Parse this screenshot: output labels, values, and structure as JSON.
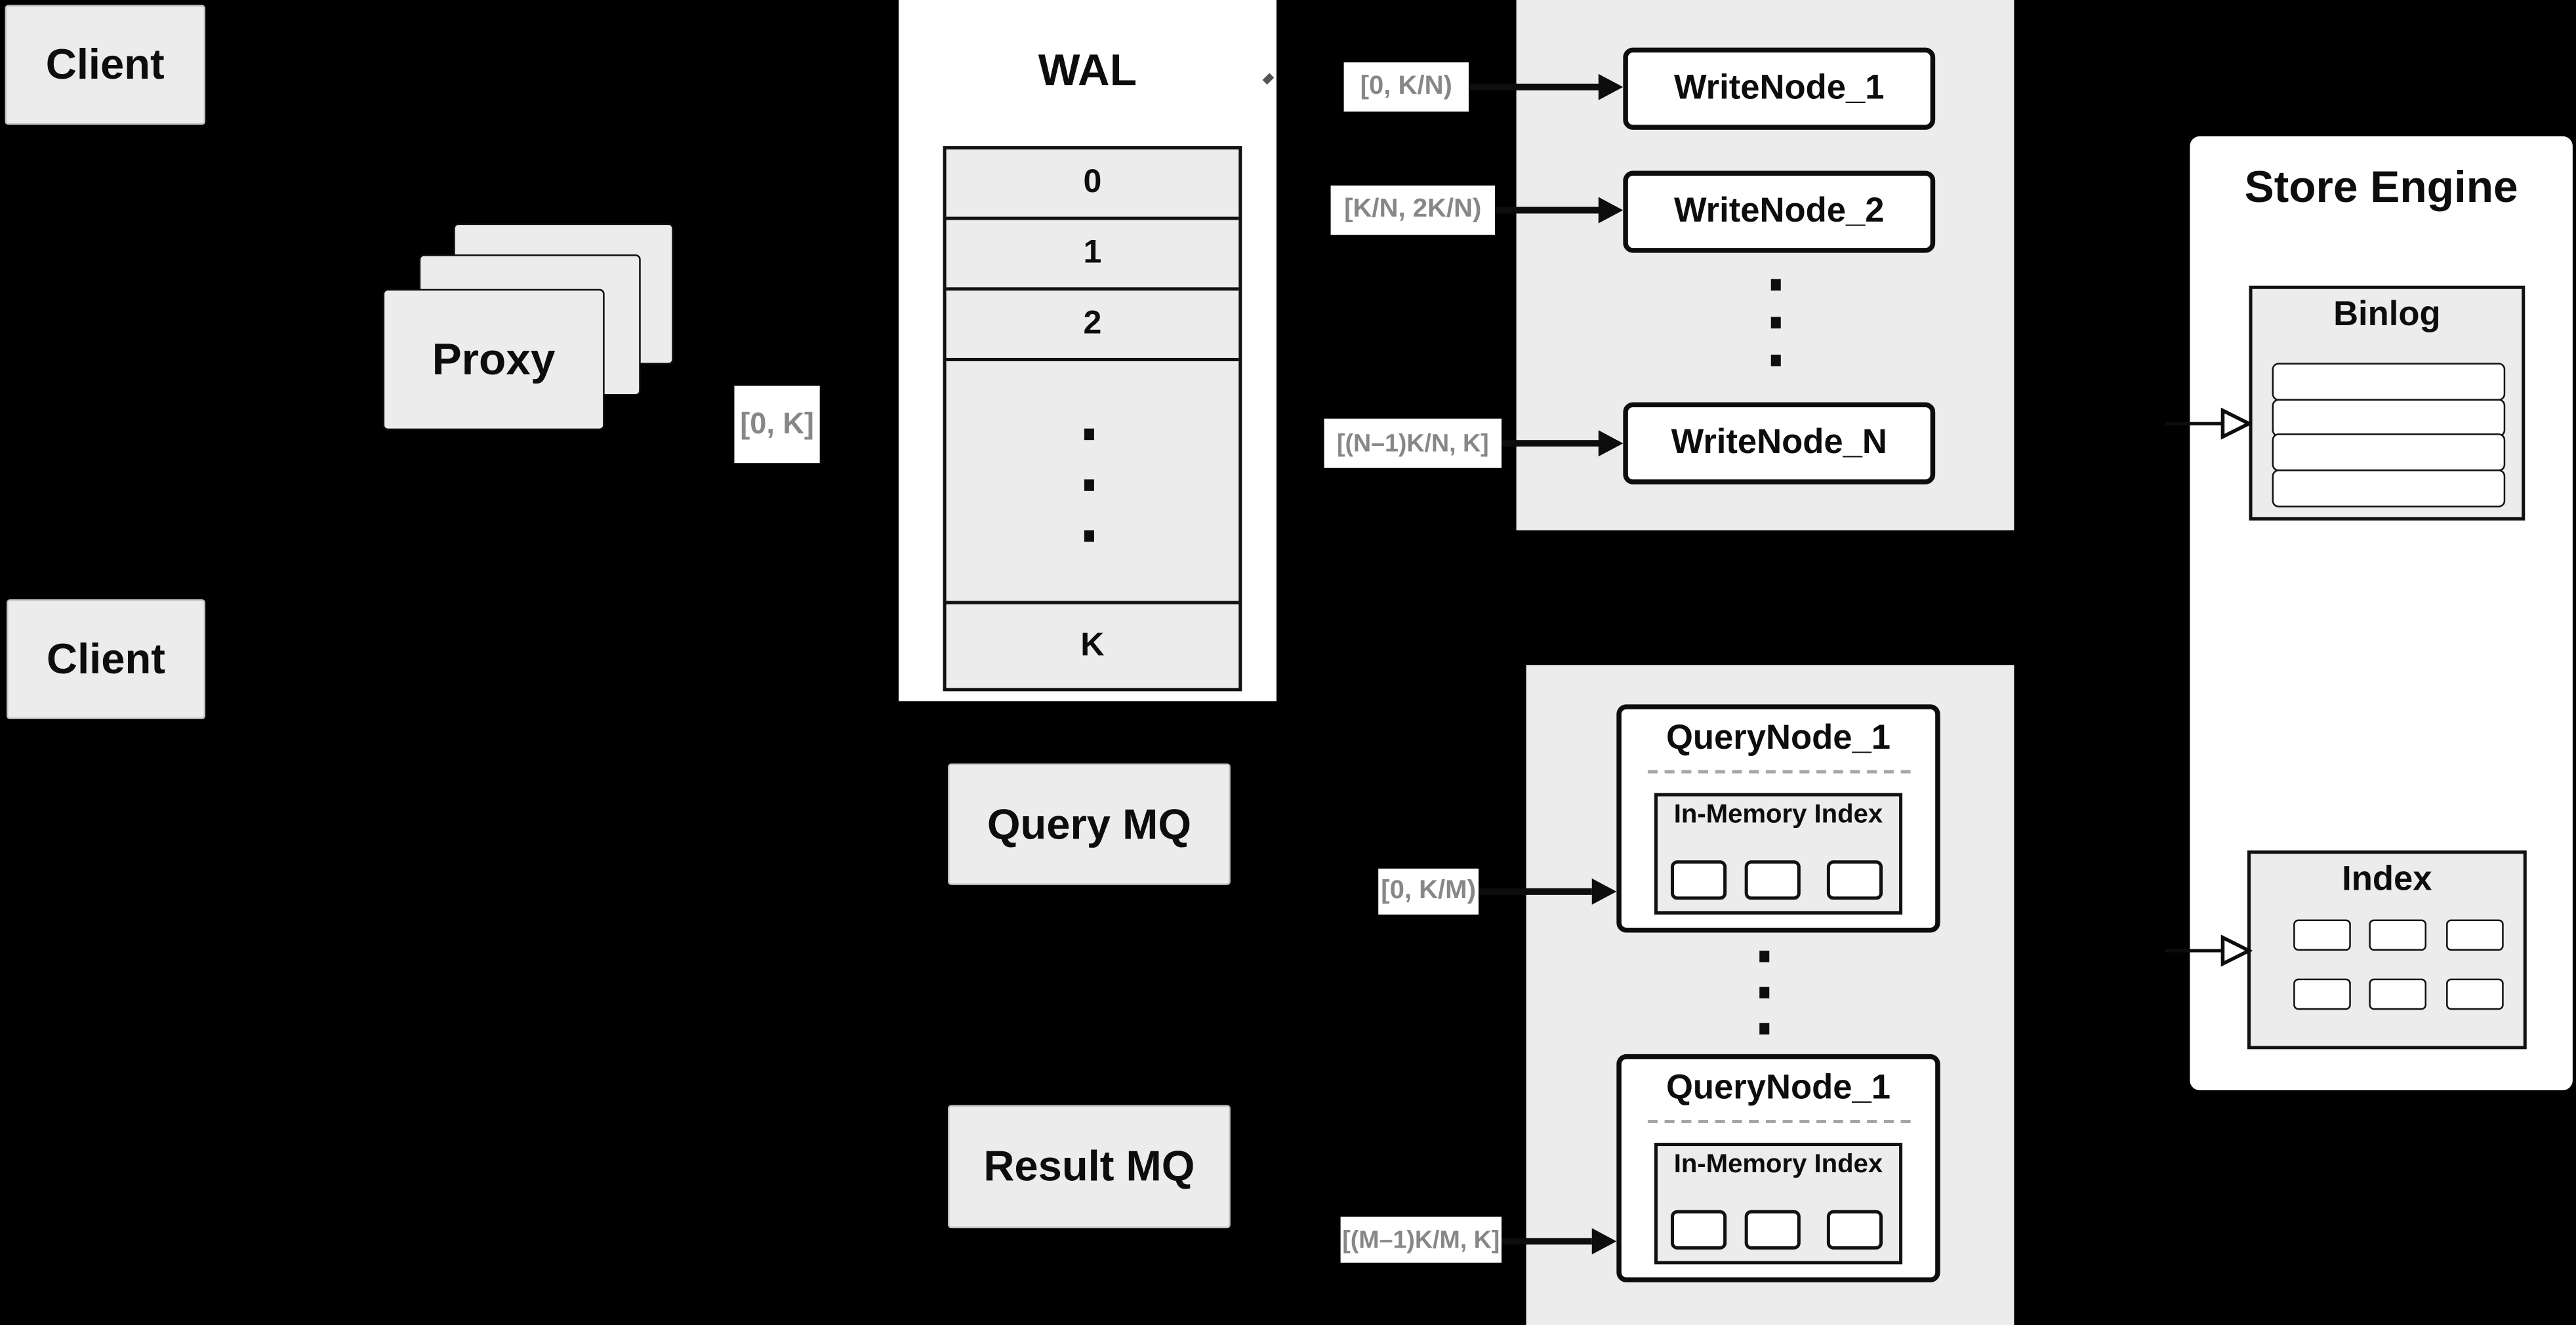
{
  "colors": {
    "canvas_bg": "#000000",
    "panel_gray": "#ececec",
    "node_white": "#ffffff",
    "line_black": "#0d0d0d",
    "label_text_gray": "#878787"
  },
  "clients": {
    "top": "Client",
    "bottom": "Client"
  },
  "proxy": {
    "label": "Proxy"
  },
  "range_labels": {
    "proxy_out": "[0, K]",
    "write_1": "[0, K/N)",
    "write_2": "[K/N, 2K/N)",
    "write_n": "[(N–1)K/N, K]",
    "query_1": "[0, K/M)",
    "query_m": "[(M–1)K/M, K]"
  },
  "wal": {
    "title": "WAL",
    "rows": [
      "0",
      "1",
      "2"
    ],
    "last_row": "K"
  },
  "write_nodes": {
    "items": [
      "WriteNode_1",
      "WriteNode_2",
      "WriteNode_N"
    ]
  },
  "mq": {
    "query": "Query MQ",
    "result": "Result MQ"
  },
  "query_nodes": {
    "top": {
      "title": "QueryNode_1",
      "index_label": "In-Memory Index"
    },
    "bottom": {
      "title": "QueryNode_1",
      "index_label": "In-Memory Index"
    }
  },
  "store_engine": {
    "title": "Store Engine",
    "binlog_title": "Binlog",
    "index_title": "Index"
  }
}
